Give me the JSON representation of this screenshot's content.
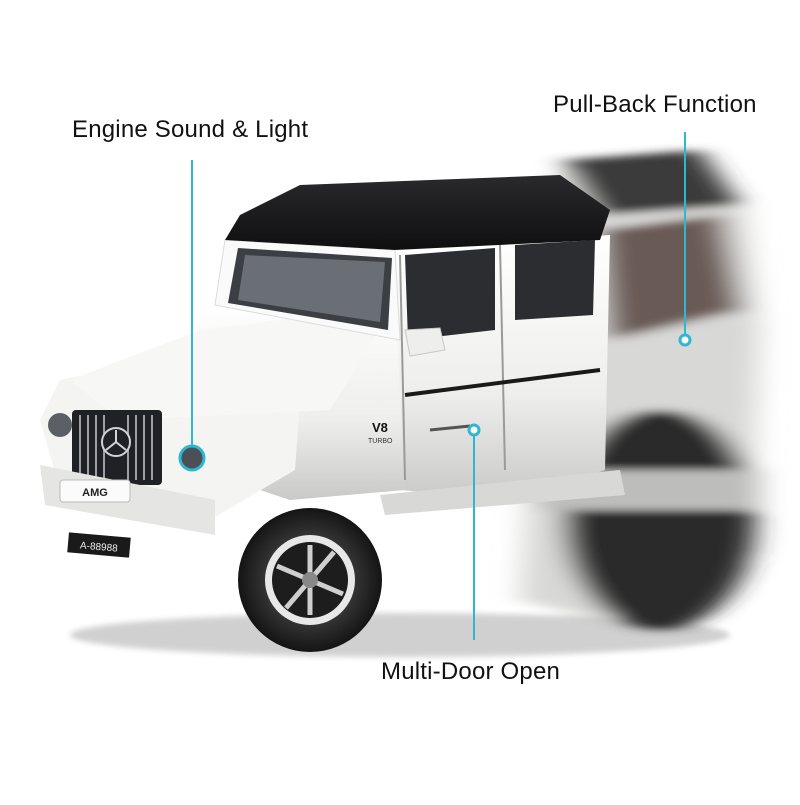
{
  "callouts": {
    "engine_sound_light": "Engine Sound & Light",
    "pull_back_function": "Pull-Back Function",
    "multi_door_open": "Multi-Door Open"
  },
  "vehicle": {
    "plate_text": "A-88988",
    "badge_text": "AMG",
    "fender_badge": "V8",
    "fender_sub": "TURBO"
  },
  "colors": {
    "accent_callout": "#2fb6d0",
    "body": "#f2f2f0",
    "roof": "#1c1c1e"
  }
}
